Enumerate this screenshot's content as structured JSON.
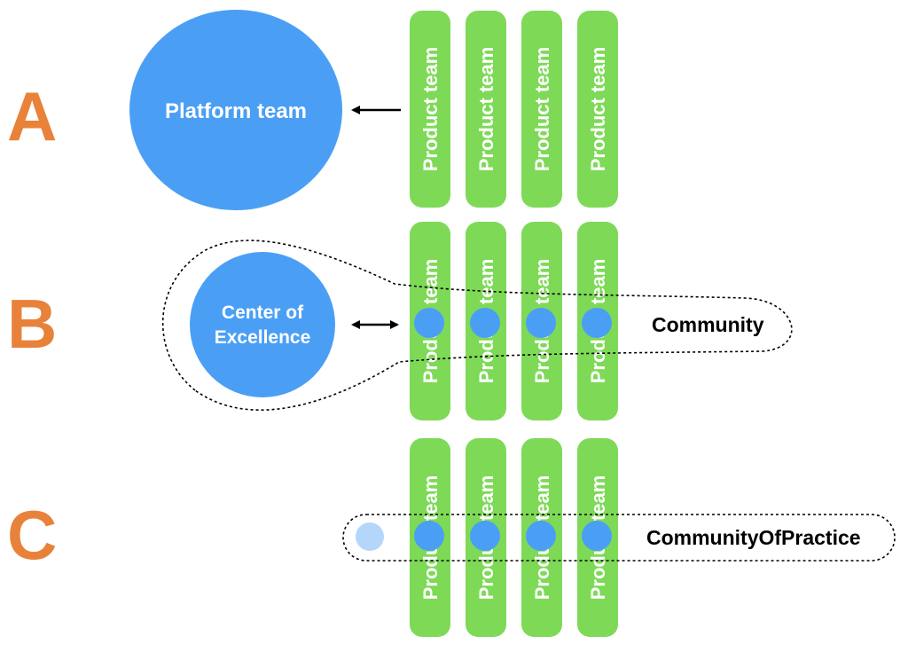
{
  "colors": {
    "letter": "#e8823a",
    "team_pill": "#7ed957",
    "circle": "#4a9ff5",
    "member_dot": "#4a9ff5",
    "member_dot_faded": "#b4d6fb",
    "arrow": "#000000"
  },
  "rows": [
    {
      "letter": "A",
      "hub_label_lines": [
        "Platform team"
      ],
      "arrow": "one-way-left",
      "teams": [
        "Product team",
        "Product team",
        "Product team",
        "Product team"
      ]
    },
    {
      "letter": "B",
      "hub_label_lines": [
        "Center of",
        "Excellence"
      ],
      "arrow": "two-way",
      "teams": [
        "Product team",
        "Product team",
        "Product team",
        "Product team"
      ],
      "group_label": "Community"
    },
    {
      "letter": "C",
      "teams": [
        "Product team",
        "Product team",
        "Product team",
        "Product team"
      ],
      "group_label": "CommunityOfPractice"
    }
  ]
}
